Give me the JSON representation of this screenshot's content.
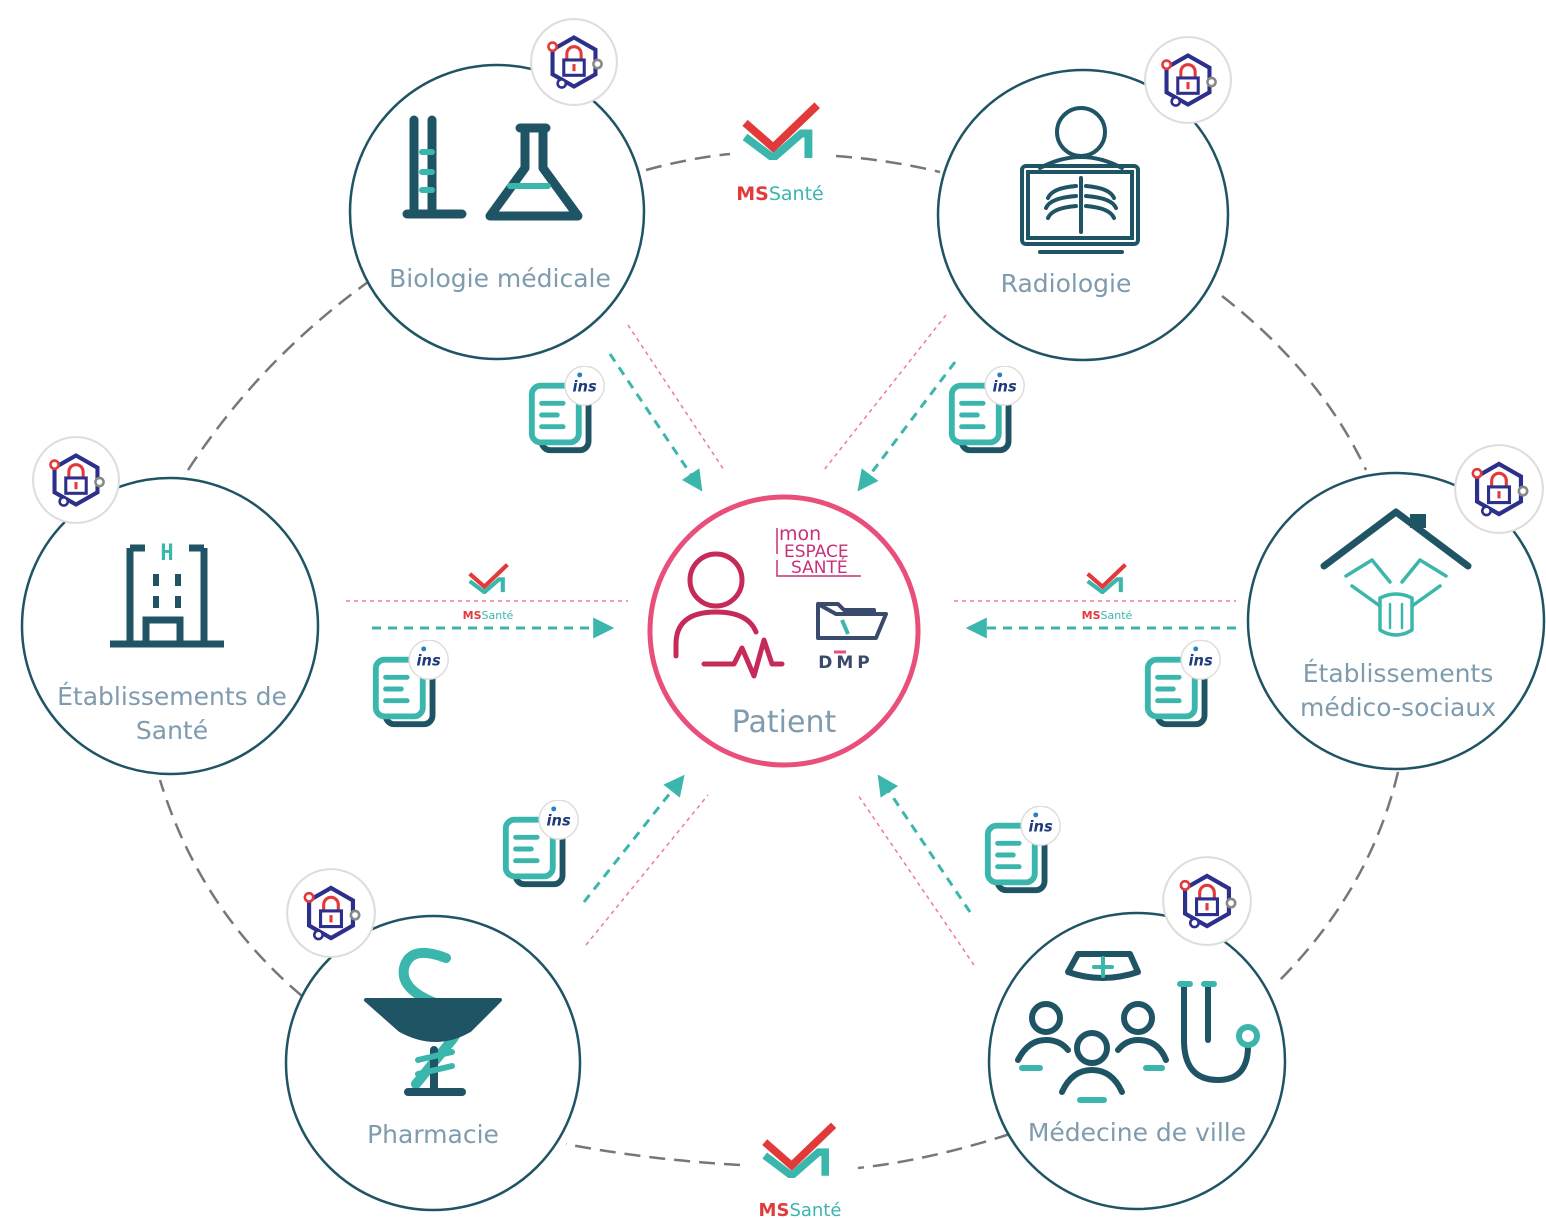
{
  "diagram": {
    "center": {
      "label": "Patient",
      "brand_mes": [
        "mon",
        "ESPACE",
        "SANTÉ"
      ],
      "brand_dmp": "DMP"
    },
    "nodes": {
      "biologie": {
        "label": "Biologie médicale"
      },
      "radiologie": {
        "label": "Radiologie"
      },
      "etablissements_sante": {
        "label_line1": "Établissements de",
        "label_line2": "Santé"
      },
      "medico_sociaux": {
        "label_line1": "Établissements",
        "label_line2": "médico-sociaux"
      },
      "pharmacie": {
        "label": "Pharmacie"
      },
      "medecine_ville": {
        "label": "Médecine de ville"
      }
    },
    "mssante": {
      "ms": "MS",
      "sante": "Santé"
    },
    "ins": {
      "text": "ins"
    },
    "colors": {
      "node_stroke": "#1f5465",
      "patient_stroke": "#e84f7a",
      "teal": "#3bb6ac",
      "navy": "#1f5465",
      "red": "#e23a3a",
      "pink_dotted": "#f07a95",
      "grey_dash": "#777777",
      "label": "#7f9bae"
    }
  }
}
